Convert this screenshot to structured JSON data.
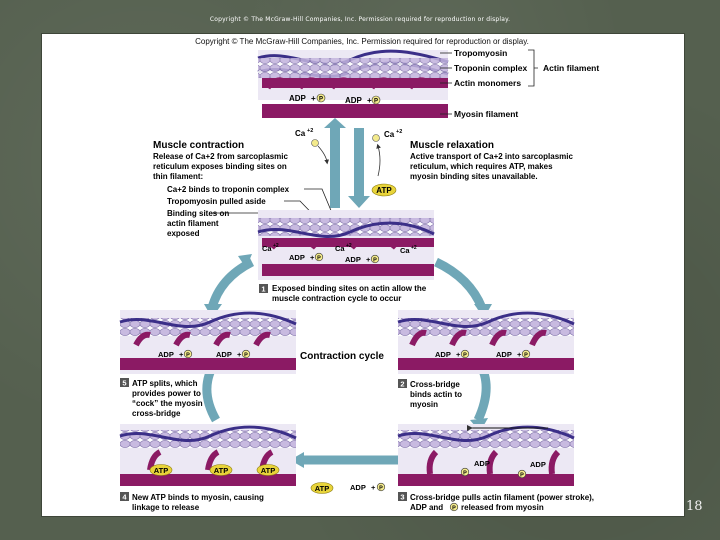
{
  "header": {
    "copyright_small": "Copyright © The McGraw-Hill Companies, Inc. Permission required for reproduction or display.",
    "copyright_panel": "Copyright © The McGraw-Hill Companies, Inc. Permission required for reproduction or display."
  },
  "filament_labels": {
    "tropomyosin": "Tropomyosin",
    "troponin": "Troponin complex",
    "actin_monomers": "Actin monomers",
    "actin_filament": "Actin filament",
    "myosin_filament": "Myosin filament"
  },
  "chem": {
    "adp": "ADP",
    "plus": "+",
    "p": "P",
    "atp": "ATP",
    "ca": "Ca",
    "sup2": "+2"
  },
  "contraction": {
    "title": "Muscle contraction",
    "body": [
      "Release of Ca+2 from sarcoplasmic",
      "reticulum exposes binding sites on",
      "thin filament:"
    ],
    "bullet1": "Ca+2 binds to troponin complex",
    "bullet2": "Tropomyosin pulled aside",
    "bullet3": [
      "Binding sites on",
      "actin filament",
      "exposed"
    ]
  },
  "relaxation": {
    "title": "Muscle relaxation",
    "body": [
      "Active transport of Ca+2 into sarcoplasmic",
      "reticulum, which requires ATP, makes",
      "myosin binding sites unavailable."
    ]
  },
  "cycle": {
    "center": "Contraction cycle",
    "step1_num": "1",
    "step1": [
      "Exposed binding sites on actin allow the",
      "muscle contraction cycle to occur"
    ],
    "step2_num": "2",
    "step2": [
      "Cross-bridge",
      "binds actin to",
      "myosin"
    ],
    "step3_num": "3",
    "step3": [
      "Cross-bridge pulls actin filament (power stroke),",
      "ADP and",
      "released from myosin"
    ],
    "step4_num": "4",
    "step4": [
      "New ATP binds to myosin, causing",
      "linkage to release"
    ],
    "step5_num": "5",
    "step5": [
      "ATP splits, which",
      "provides power to",
      "“cock” the myosin",
      "cross-bridge"
    ]
  },
  "page": {
    "number": "18"
  },
  "colors": {
    "myosin": "#8b1a64",
    "actin": "#b9a7d6",
    "tropomyosin": "#3b2f88",
    "atp_fill": "#e8d43a",
    "p_fill": "#f3ea8c",
    "arrow": "#6fa7b7"
  }
}
